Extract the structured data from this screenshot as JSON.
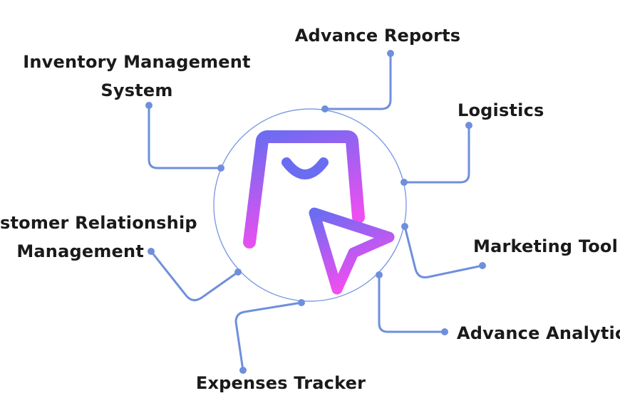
{
  "colors": {
    "connector": "#6f8fdc",
    "ring": "#7f9ce3",
    "icon_gradient_top": "#6a6cf2",
    "icon_gradient_bottom": "#f04ef0",
    "text": "#1a1a1a"
  },
  "center_icon": "shopping-bag-cursor-icon",
  "features": {
    "advance_reports": {
      "line1": "Advance Reports"
    },
    "inventory": {
      "line1": "Inventory Management",
      "line2": "System"
    },
    "logistics": {
      "line1": "Logistics"
    },
    "crm": {
      "line1": "stomer Relationship",
      "line2": "Management"
    },
    "marketing": {
      "line1": "Marketing Tool"
    },
    "analytics": {
      "line1": "Advance Analytic"
    },
    "expenses": {
      "line1": "Expenses Tracker"
    }
  }
}
